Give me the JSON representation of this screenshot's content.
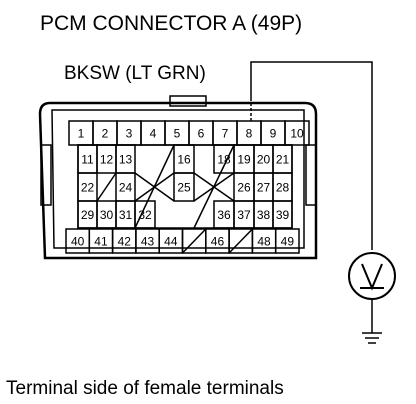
{
  "title": "PCM CONNECTOR A (49P)",
  "wire_label": "BKSW (LT GRN)",
  "caption": "Terminal side of female terminals",
  "probe_pin": "8",
  "pins": {
    "row1": [
      "1",
      "2",
      "3",
      "4",
      "5",
      "6",
      "7",
      "8",
      "9",
      "10"
    ],
    "row2": [
      "11",
      "12",
      "13",
      "",
      "",
      "16",
      "",
      "18",
      "19",
      "20",
      "21"
    ],
    "row3": [
      "22",
      "",
      "24",
      "",
      "",
      "25",
      "",
      "",
      "26",
      "27",
      "28"
    ],
    "row4": [
      "29",
      "30",
      "31",
      "32",
      "",
      "",
      "",
      "36",
      "37",
      "38",
      "39"
    ],
    "row5": [
      "40",
      "41",
      "42",
      "43",
      "44",
      "",
      "46",
      "",
      "48",
      "49"
    ]
  },
  "colors": {
    "ink": "#000000",
    "background": "#ffffff"
  },
  "icons": {
    "voltmeter": "voltmeter-icon",
    "ground": "ground-icon"
  }
}
